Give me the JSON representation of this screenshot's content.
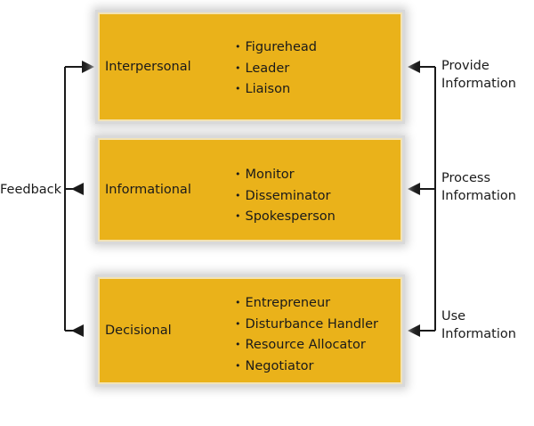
{
  "diagram": {
    "roles": [
      {
        "title": "Interpersonal",
        "items": [
          "Figurehead",
          "Leader",
          "Liaison"
        ]
      },
      {
        "title": "Informational",
        "items": [
          "Monitor",
          "Disseminator",
          "Spokesperson"
        ]
      },
      {
        "title": "Decisional",
        "items": [
          "Entrepreneur",
          "Disturbance Handler",
          "Resource Allocator",
          "Negotiator"
        ]
      }
    ],
    "feedback_label": "Feedback",
    "right_labels": [
      {
        "line1": "Provide",
        "line2": "Information"
      },
      {
        "line1": "Process",
        "line2": "Information"
      },
      {
        "line1": "Use",
        "line2": "Information"
      }
    ]
  },
  "colors": {
    "box_fill": "#eab21a",
    "box_border": "#f3e3b4",
    "arrow": "#1a1a1a"
  }
}
